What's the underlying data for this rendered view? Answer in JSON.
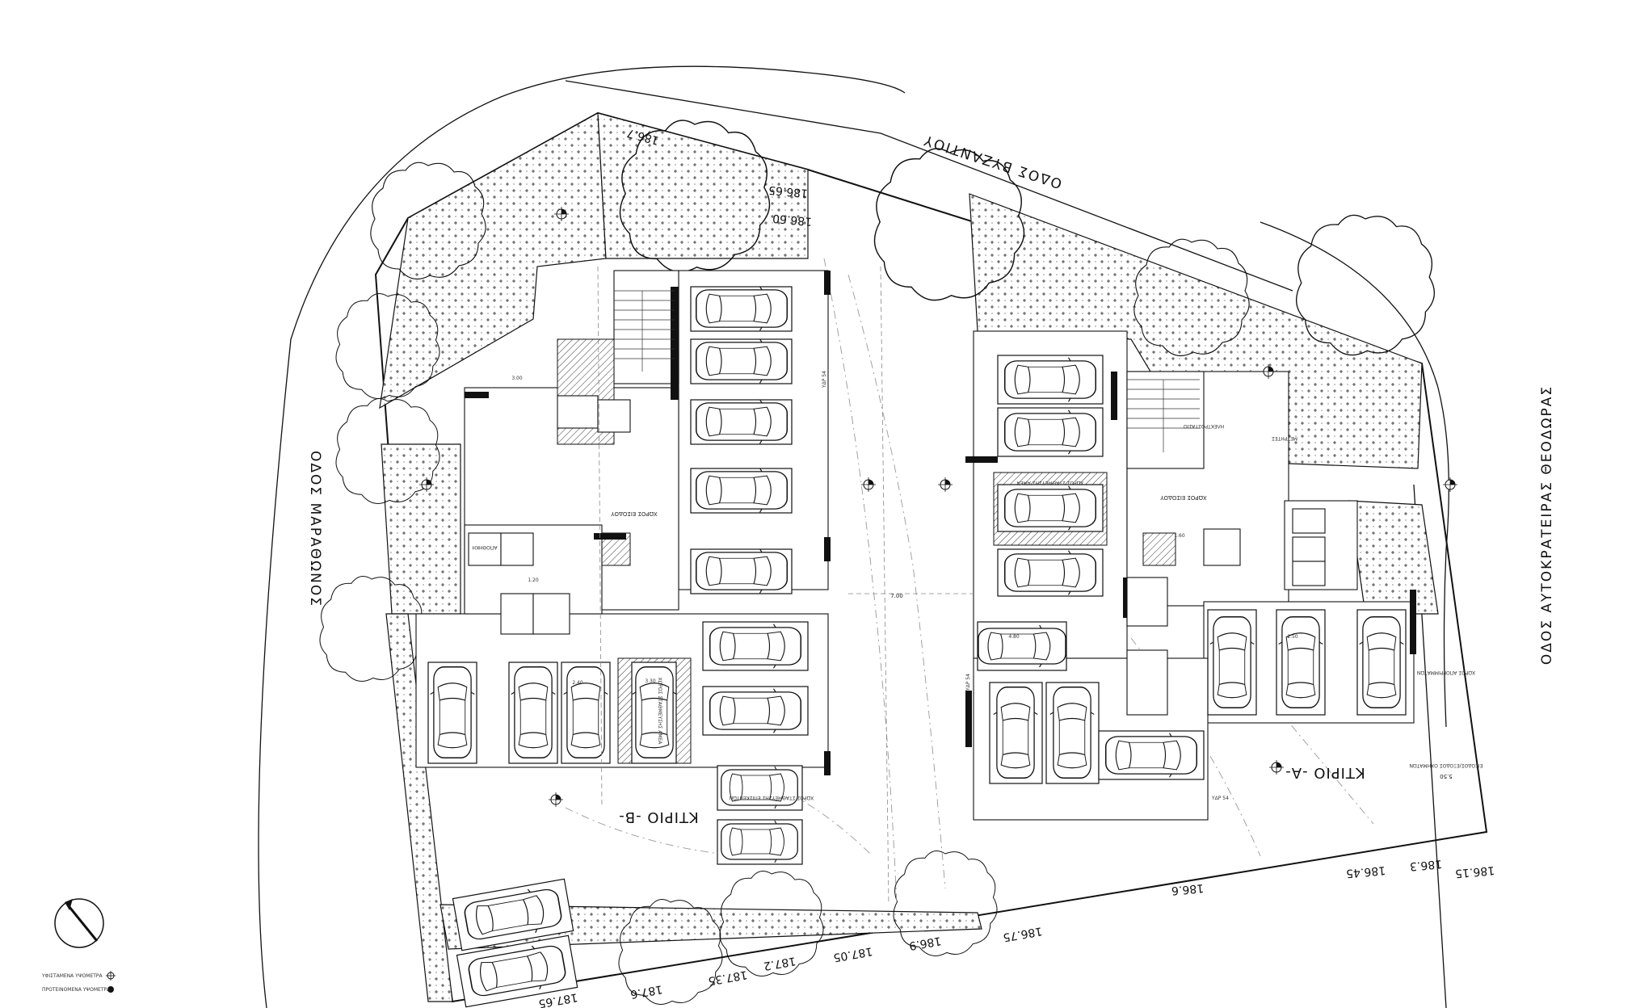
{
  "streets": {
    "north": "ΟΔΟΣ ΒΥΖΑΝΤΙΟΥ",
    "west": "ΟΔΟΣ ΜΑΡΑΘΩΝΟΣ",
    "east": "ΟΔΟΣ ΑΥΤΟΚΡΑΤΕΙΡΑΣ ΘΕΟΔΩΡΑΣ"
  },
  "buildings": {
    "a": "ΚΤΙΡΙΟ -Α-",
    "b": "ΚΤΙΡΙΟ -Β-"
  },
  "elevations": {
    "north_1": "186.7",
    "north_2": "186.65",
    "north_3": "186.60",
    "south_1": "187.65",
    "south_2": "187.6",
    "south_3": "187.35",
    "south_4": "187.2",
    "south_5": "187.05",
    "south_6": "186.9",
    "south_7": "186.75",
    "south_8": "186.6",
    "south_9": "186.45",
    "south_10": "186.3",
    "south_11": "186.15"
  },
  "rooms": {
    "entrance_a": "ΧΩΡΟΣ ΕΙΣΟΔΟΥ",
    "entrance_b": "ΧΩΡΟΣ ΕΙΣΟΔΟΥ",
    "storage": "ΑΠΟΘΗΚΗ",
    "meter": "ΜΕΤΡΗΤΕΣ",
    "parking_disabled_a": "ΧΩΡΟΣ ΣΤΑΘΜΕΥΣΗΣ ΑΜΕΑ",
    "parking_disabled_b": "ΧΩΡΟΣ ΣΤΑΘΜΕΥΣΗΣ ΑΜΕΑ",
    "visitor_parking": "ΧΩΡΟΣ ΣΤΑΘΜΕΥΣΗΣ ΕΠΙΣΚΕΠΤΩΝ",
    "electric": "ΗΛΕΚΤΡΟΣΤΑΣΙΟ",
    "refuse": "ΧΩΡΟΣ ΑΠΟΡΡΙΜΜΑΤΩΝ",
    "vehicle_entrance": "ΕΙΣΟΔΟΣ/ΕΞΟΔΟΣ ΟΧΗΜΑΤΩΝ"
  },
  "dimensions": {
    "d_700": "7.00",
    "d_550": "5.50",
    "d_240": "2.40",
    "d_480": "4.80",
    "d_250": "2.50",
    "d_330": "3.30",
    "d_160": "1.60",
    "d_300": "3.00",
    "d_120": "1.20"
  },
  "labels": {
    "ydr": "ΥΔΡ 54"
  },
  "legend": {
    "existing": "ΥΦΙΣΤΑΜΕΝΑ ΥΨΟΜΕΤΡΑ",
    "proposed": "ΠΡΟΤΕΙΝΟΜΕΝΑ ΥΨΟΜΕΤΡΑ"
  }
}
